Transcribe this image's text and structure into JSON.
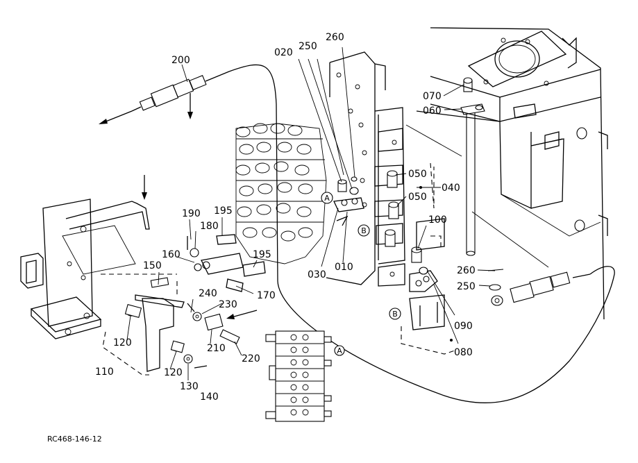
{
  "parts": {
    "p010": "010",
    "p020": "020",
    "p030": "030",
    "p040": "040",
    "p050a": "050",
    "p050b": "050",
    "p060": "060",
    "p070": "070",
    "p080": "080",
    "p090": "090",
    "p100": "100",
    "p110": "110",
    "p120a": "120",
    "p120b": "120",
    "p130": "130",
    "p140": "140",
    "p150": "150",
    "p160": "160",
    "p170": "170",
    "p180": "180",
    "p190": "190",
    "p195a": "195",
    "p195b": "195",
    "p200": "200",
    "p210": "210",
    "p220": "220",
    "p230": "230",
    "p240": "240",
    "p250a": "250",
    "p250b": "250",
    "p260a": "260",
    "p260b": "260"
  },
  "markers": {
    "a1": "A",
    "a2": "A",
    "b1": "B",
    "b2": "B"
  },
  "reference_code": "RC468-146-12"
}
